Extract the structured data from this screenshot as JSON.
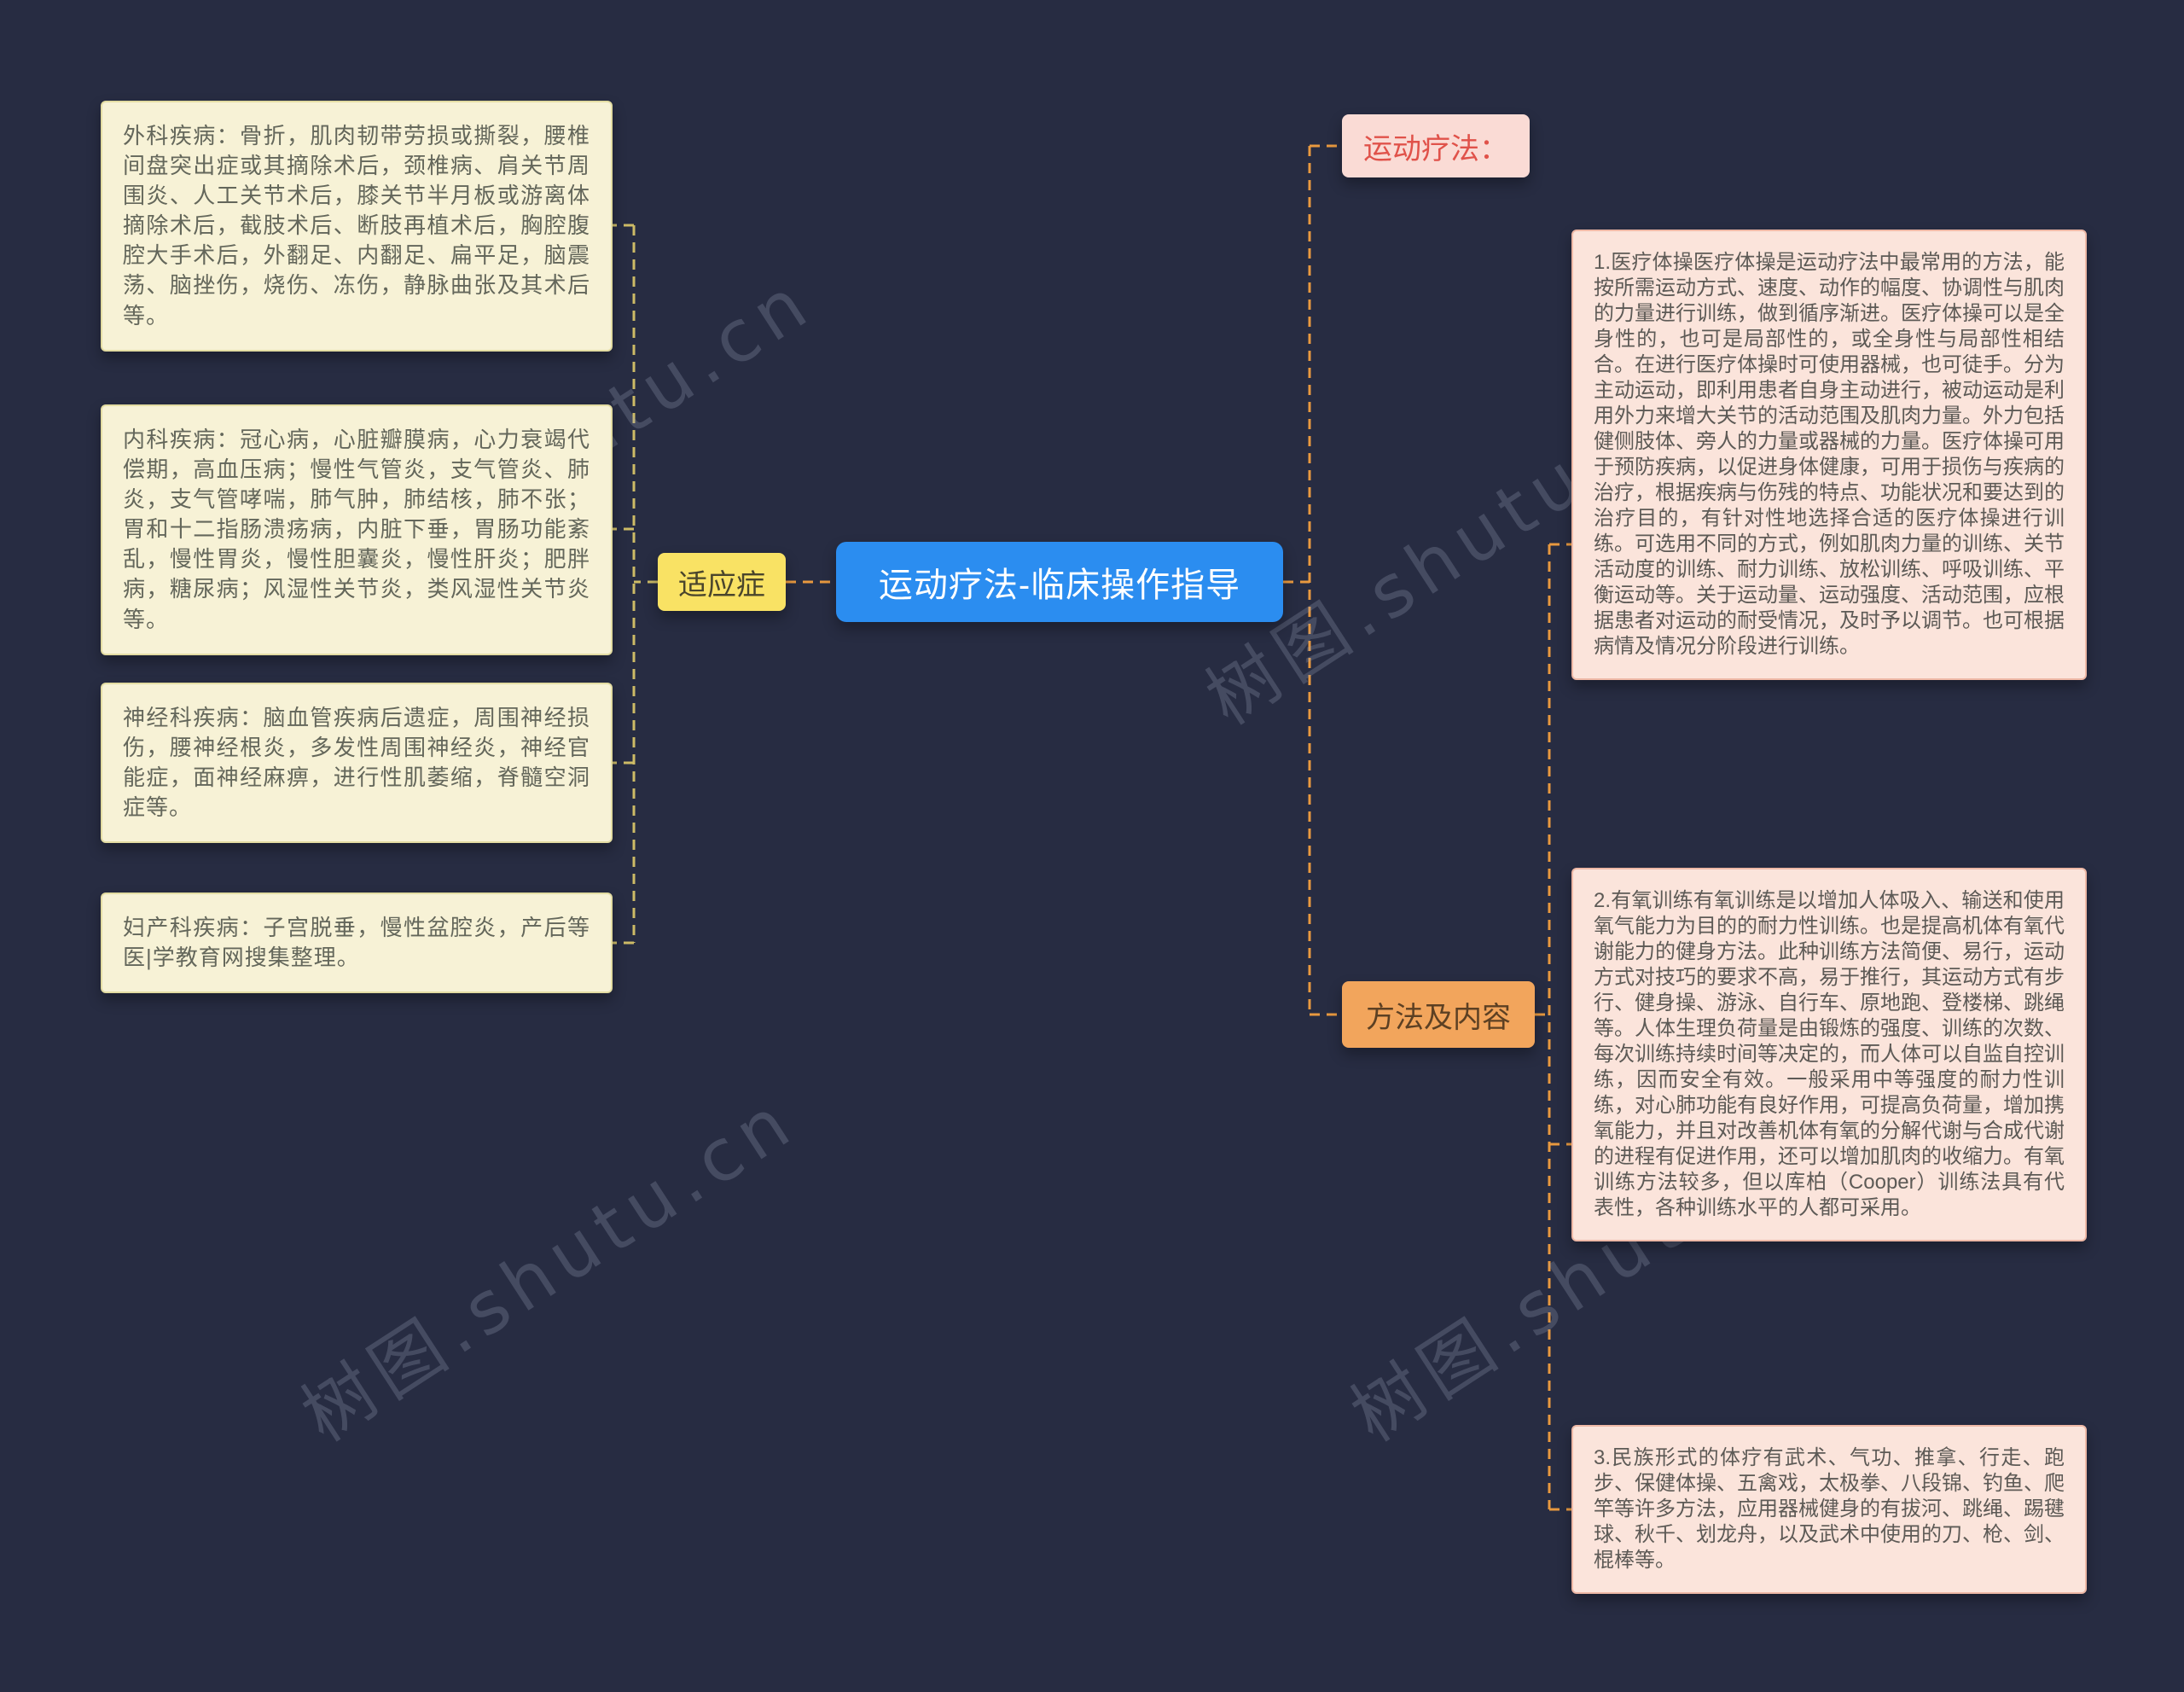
{
  "watermark": {
    "text": "树图.shutu.cn"
  },
  "root": {
    "label": "运动疗法-临床操作指导"
  },
  "left_branch": {
    "label": "适应症",
    "items": [
      "外科疾病：骨折，肌肉韧带劳损或撕裂，腰椎间盘突出症或其摘除术后，颈椎病、肩关节周围炎、人工关节术后，膝关节半月板或游离体摘除术后，截肢术后、断肢再植术后，胸腔腹腔大手术后，外翻足、内翻足、扁平足，脑震荡、脑挫伤，烧伤、冻伤，静脉曲张及其术后等。",
      "内科疾病：冠心病，心脏瓣膜病，心力衰竭代偿期，高血压病；慢性气管炎，支气管炎、肺炎，支气管哮喘，肺气肿，肺结核，肺不张；胃和十二指肠溃疡病，内脏下垂，胃肠功能紊乱，慢性胃炎，慢性胆囊炎，慢性肝炎；肥胖病，糖尿病；风湿性关节炎，类风湿性关节炎等。",
      "神经科疾病：脑血管疾病后遗症，周围神经损伤，腰神经根炎，多发性周围神经炎，神经官能症，面神经麻痹，进行性肌萎缩，脊髓空洞症等。",
      "妇产科疾病：子宫脱垂，慢性盆腔炎，产后等医|学教育网搜集整理。"
    ]
  },
  "right_branch": {
    "therapy_label": "运动疗法：",
    "methods_label": "方法及内容",
    "items": [
      "1.医疗体操医疗体操是运动疗法中最常用的方法，能按所需运动方式、速度、动作的幅度、协调性与肌肉的力量进行训练，做到循序渐进。医疗体操可以是全身性的，也可是局部性的，或全身性与局部性相结合。在进行医疗体操时可使用器械，也可徒手。分为主动运动，即利用患者自身主动进行，被动运动是利用外力来增大关节的活动范围及肌肉力量。外力包括健侧肢体、旁人的力量或器械的力量。医疗体操可用于预防疾病，以促进身体健康，可用于损伤与疾病的治疗，根据疾病与伤残的特点、功能状况和要达到的治疗目的，有针对性地选择合适的医疗体操进行训练。可选用不同的方式，例如肌肉力量的训练、关节活动度的训练、耐力训练、放松训练、呼吸训练、平衡运动等。关于运动量、运动强度、活动范围，应根据患者对运动的耐受情况，及时予以调节。也可根据病情及情况分阶段进行训练。",
      "2.有氧训练有氧训练是以增加人体吸入、输送和使用氧气能力为目的的耐力性训练。也是提高机体有氧代谢能力的健身方法。此种训练方法简便、易行，运动方式对技巧的要求不高，易于推行，其运动方式有步行、健身操、游泳、自行车、原地跑、登楼梯、跳绳等。人体生理负荷量是由锻炼的强度、训练的次数、每次训练持续时间等决定的，而人体可以自监自控训练，因而安全有效。一般采用中等强度的耐力性训练，对心肺功能有良好作用，可提高负荷量，增加携氧能力，并且对改善机体有氧的分解代谢与合成代谢的进程有促进作用，还可以增加肌肉的收缩力。有氧训练方法较多，但以库柏（Cooper）训练法具有代表性，各种训练水平的人都可采用。",
      "3.民族形式的体疗有武术、气功、推拿、行走、跑步、保健体操、五禽戏，太极拳、八段锦、钓鱼、爬竿等许多方法，应用器械健身的有拔河、跳绳、踢毽球、秋千、划龙舟，以及武术中使用的刀、枪、剑、棍棒等。"
    ]
  },
  "colors": {
    "background": "#272c42",
    "root_node": "#2b8df0",
    "indications_node": "#f9e264",
    "therapy_node_bg": "#fadbd5",
    "therapy_node_text": "#e0524a",
    "methods_node": "#f2a55c",
    "left_box_bg": "#f7f2d6",
    "right_box_bg": "#fbe4db",
    "left_line": "#cdbb66",
    "right_line": "#e8993f"
  }
}
